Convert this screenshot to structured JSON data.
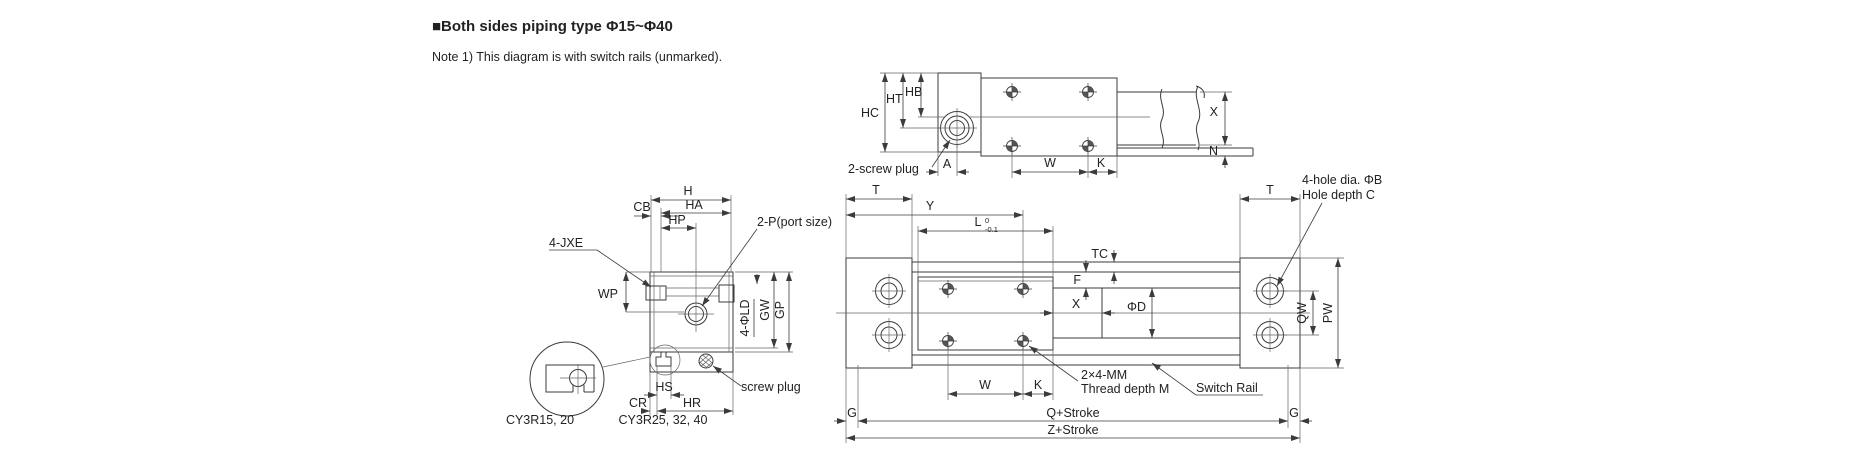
{
  "meta": {
    "colors": {
      "line": "#3b3b3b",
      "thin_line": "#666666",
      "text": "#222222",
      "background": "#ffffff"
    }
  },
  "header": {
    "title": "■Both sides piping type Φ15~Φ40",
    "note": "Note 1) This diagram is with switch rails (unmarked)."
  },
  "side_view": {
    "labels": {
      "hc": "HC",
      "ht": "HT",
      "hb": "HB",
      "x": "X",
      "n": "N",
      "w": "W",
      "k": "K",
      "a": "A",
      "screw_plug": "2-screw plug"
    }
  },
  "front_view": {
    "labels": {
      "h": "H",
      "ha": "HA",
      "hp": "HP",
      "cb": "CB",
      "jxe": "4-JXE",
      "port": "2-P(port size)",
      "wp": "WP",
      "ld": "4-ΦLD",
      "gw": "GW",
      "gp": "GP",
      "hs": "HS",
      "cr": "CR",
      "hr": "HR",
      "screw_plug": "screw plug"
    },
    "captions": {
      "left": "CY3R15, 20",
      "right": "CY3R25, 32, 40"
    }
  },
  "top_view": {
    "labels": {
      "t_left": "T",
      "y": "Y",
      "l": "L",
      "l_tol_top": "0",
      "l_tol_bottom": "-0.1",
      "tc": "TC",
      "f": "F",
      "x": "X",
      "dia": "ΦD",
      "t_right": "T",
      "hole_note_line1": "4-hole dia. ΦB",
      "hole_note_line2": "Hole depth C",
      "qw": "QW",
      "pw": "PW",
      "w": "W",
      "k": "K",
      "mm_line1": "2×4-MM",
      "mm_line2": "Thread depth M",
      "switch_rail": "Switch Rail",
      "g_left": "G",
      "g_right": "G",
      "q_stroke": "Q+Stroke",
      "z_stroke": "Z+Stroke"
    }
  }
}
